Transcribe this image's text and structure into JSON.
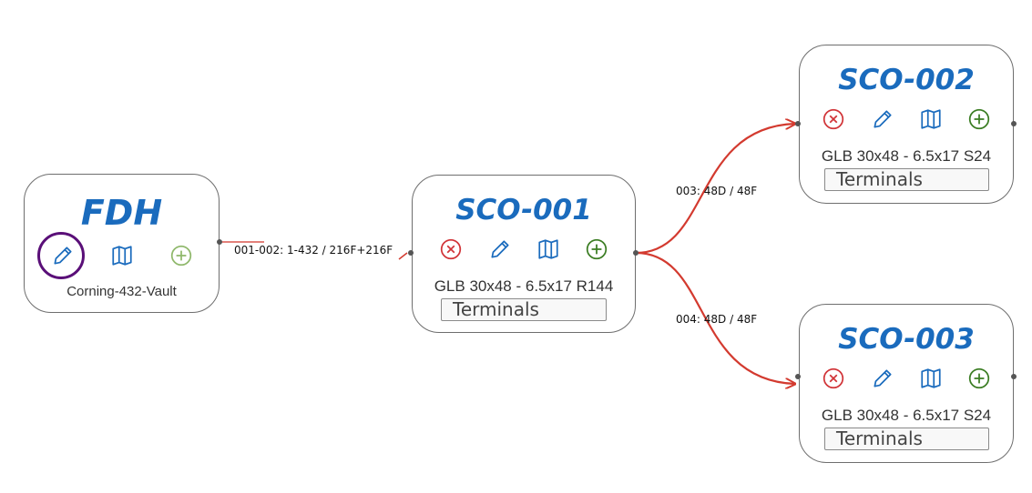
{
  "colors": {
    "title": "#1a6bbd",
    "edge": "#d33a2f",
    "delete_icon": "#d13438",
    "edit_icon": "#1a6bbd",
    "map_icon": "#1a6bbd",
    "add_icon": "#3b7d23",
    "add_icon_muted": "#8fb86b",
    "selection_ring": "#5a0f78"
  },
  "nodes": {
    "fdh": {
      "title": "FDH",
      "subtitle": "Corning-432-Vault",
      "icons": [
        "edit-icon",
        "map-icon",
        "add-icon"
      ]
    },
    "sco001": {
      "title": "SCO-001",
      "subtitle": "GLB 30x48 - 6.5x17 R144",
      "terminals_label": "Terminals",
      "icons": [
        "delete-icon",
        "edit-icon",
        "map-icon",
        "add-icon"
      ]
    },
    "sco002": {
      "title": "SCO-002",
      "subtitle": "GLB 30x48 - 6.5x17 S24",
      "terminals_label": "Terminals",
      "icons": [
        "delete-icon",
        "edit-icon",
        "map-icon",
        "add-icon"
      ]
    },
    "sco003": {
      "title": "SCO-003",
      "subtitle": "GLB 30x48 - 6.5x17 S24",
      "terminals_label": "Terminals",
      "icons": [
        "delete-icon",
        "edit-icon",
        "map-icon",
        "add-icon"
      ]
    }
  },
  "edges": {
    "e1": {
      "label": "001-002: 1-432 / 216F+216F"
    },
    "e2": {
      "label": "003: 48D / 48F"
    },
    "e3": {
      "label": "004: 48D / 48F"
    }
  }
}
